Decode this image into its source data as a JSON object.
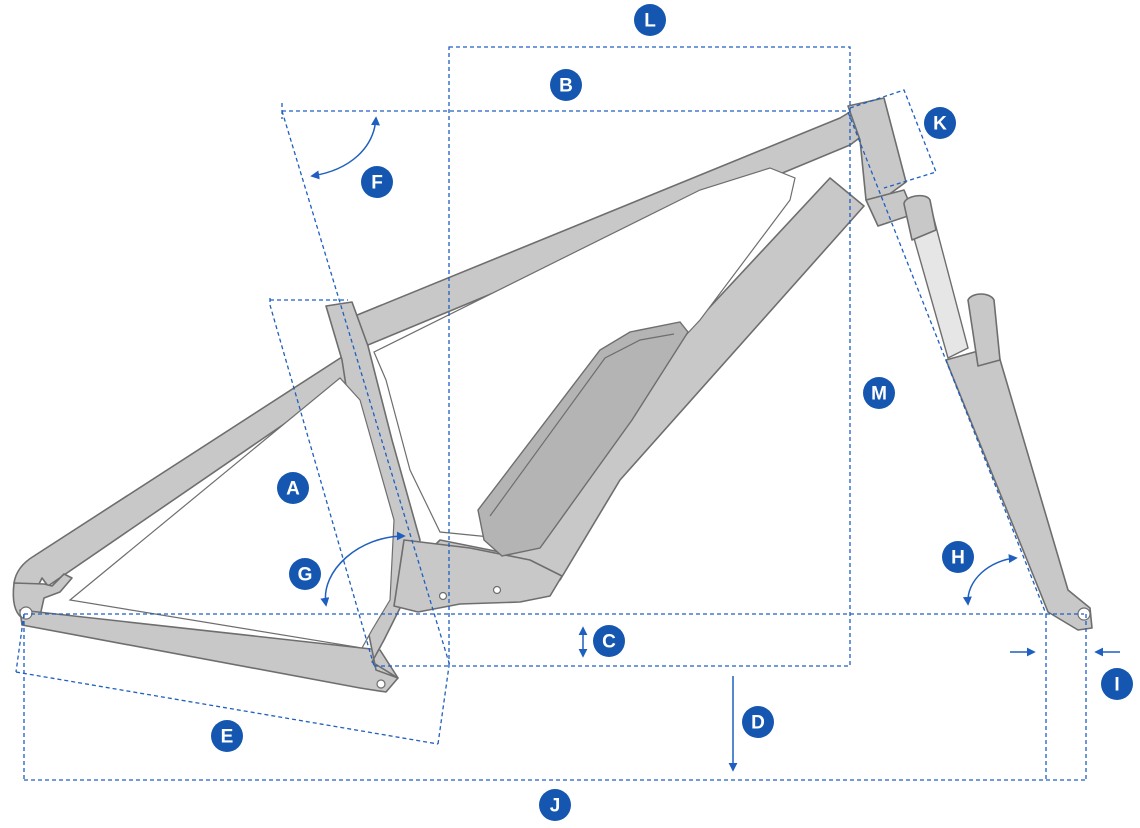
{
  "diagram": {
    "labels": {
      "A": "A",
      "B": "B",
      "C": "C",
      "D": "D",
      "E": "E",
      "F": "F",
      "G": "G",
      "H": "H",
      "I": "I",
      "J": "J",
      "K": "K",
      "L": "L",
      "M": "M"
    },
    "colors": {
      "accent": "#1557b0",
      "dimension_line": "#1f5fbf",
      "frame_fill": "#c8c8c8",
      "frame_outline": "#6e6e6e"
    }
  }
}
